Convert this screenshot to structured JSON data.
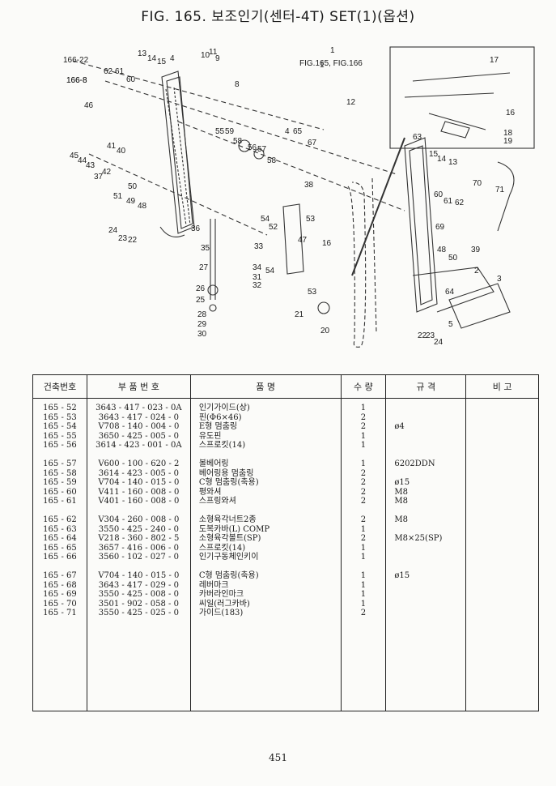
{
  "page": {
    "title": "FIG. 165. 보조인기(센터-4T) SET(1)(옵션)",
    "page_number": "451"
  },
  "diagram_labels": [
    "166-22",
    "1",
    "166-8",
    "13",
    "14",
    "15",
    "4",
    "10",
    "11",
    "9",
    "8",
    "1",
    "FIG.165, FIG.166",
    "166-8",
    "62",
    "61",
    "60",
    "46",
    "12",
    "55",
    "59",
    "58",
    "56",
    "57",
    "58",
    "4",
    "65",
    "67",
    "45",
    "44",
    "43",
    "41",
    "40",
    "42",
    "37",
    "51",
    "49",
    "48",
    "50",
    "38",
    "17",
    "16",
    "18",
    "19",
    "63",
    "15",
    "14",
    "13",
    "70",
    "71",
    "60",
    "61",
    "62",
    "69",
    "24",
    "23",
    "22",
    "36",
    "54",
    "52",
    "53",
    "47",
    "35",
    "33",
    "16",
    "39",
    "48",
    "50",
    "2",
    "27",
    "34",
    "54",
    "31",
    "32",
    "26",
    "25",
    "28",
    "29",
    "30",
    "21",
    "20",
    "53",
    "64",
    "5",
    "22",
    "23",
    "24",
    "3"
  ],
  "table": {
    "headers": [
      "건축번호",
      "부 품 번 호",
      "품                    명",
      "수 량",
      "규       격",
      "비  고"
    ],
    "groups": [
      [
        {
          "no": "165 - 52",
          "part": "3643 - 417 - 023 - 0A",
          "name": "인기가이드(상)",
          "qty": "1",
          "spec": "",
          "note": ""
        },
        {
          "no": "165 - 53",
          "part": "3643 - 417 - 024 - 0",
          "name": "핀(Φ6×46)",
          "qty": "2",
          "spec": "",
          "note": ""
        },
        {
          "no": "165 - 54",
          "part": "V708 - 140 - 004 - 0",
          "name": "E형 멈춤링",
          "qty": "2",
          "spec": "ø4",
          "note": ""
        },
        {
          "no": "165 - 55",
          "part": "3650 - 425 - 005 - 0",
          "name": "유도핀",
          "qty": "1",
          "spec": "",
          "note": ""
        },
        {
          "no": "165 - 56",
          "part": "3614 - 423 - 001 - 0A",
          "name": "스프로킷(14)",
          "qty": "1",
          "spec": "",
          "note": ""
        }
      ],
      [
        {
          "no": "165 - 57",
          "part": "V600 - 100 - 620 - 2",
          "name": "볼베어링",
          "qty": "1",
          "spec": "6202DDN",
          "note": ""
        },
        {
          "no": "165 - 58",
          "part": "3614 - 423 - 005 - 0",
          "name": "베어링용 멈춤링",
          "qty": "2",
          "spec": "",
          "note": ""
        },
        {
          "no": "165 - 59",
          "part": "V704 - 140 - 015 - 0",
          "name": "C형 멈춤링(축용)",
          "qty": "2",
          "spec": "ø15",
          "note": ""
        },
        {
          "no": "165 - 60",
          "part": "V411 - 160 - 008 - 0",
          "name": "평와셔",
          "qty": "2",
          "spec": "M8",
          "note": ""
        },
        {
          "no": "165 - 61",
          "part": "V401 - 160 - 008 - 0",
          "name": "스프링와셔",
          "qty": "2",
          "spec": "M8",
          "note": ""
        }
      ],
      [
        {
          "no": "165 - 62",
          "part": "V304 - 260 - 008 - 0",
          "name": "소형육각너트2종",
          "qty": "2",
          "spec": "M8",
          "note": ""
        },
        {
          "no": "165 - 63",
          "part": "3550 - 425 - 240 - 0",
          "name": "도복카바(L) COMP",
          "qty": "1",
          "spec": "",
          "note": ""
        },
        {
          "no": "165 - 64",
          "part": "V218 - 360 - 802 - 5",
          "name": "소형육각볼트(SP)",
          "qty": "2",
          "spec": "M8×25(SP)",
          "note": ""
        },
        {
          "no": "165 - 65",
          "part": "3657 - 416 - 006 - 0",
          "name": "스프로킷(14)",
          "qty": "1",
          "spec": "",
          "note": ""
        },
        {
          "no": "165 - 66",
          "part": "3560 - 102 - 027 - 0",
          "name": "인기구동체인키이",
          "qty": "1",
          "spec": "",
          "note": ""
        }
      ],
      [
        {
          "no": "165 - 67",
          "part": "V704 - 140 - 015 - 0",
          "name": "C형 멈춤링(축용)",
          "qty": "1",
          "spec": "ø15",
          "note": ""
        },
        {
          "no": "165 - 68",
          "part": "3643 - 417 - 029 - 0",
          "name": "레버마크",
          "qty": "1",
          "spec": "",
          "note": ""
        },
        {
          "no": "165 - 69",
          "part": "3550 - 425 - 008 - 0",
          "name": "카버라인마크",
          "qty": "1",
          "spec": "",
          "note": ""
        },
        {
          "no": "165 - 70",
          "part": "3501 - 902 - 058 - 0",
          "name": "씨일(러그카바)",
          "qty": "1",
          "spec": "",
          "note": ""
        },
        {
          "no": "165 - 71",
          "part": "3550 - 425 - 025 - 0",
          "name": "가이드(183)",
          "qty": "2",
          "spec": "",
          "note": ""
        }
      ]
    ]
  }
}
